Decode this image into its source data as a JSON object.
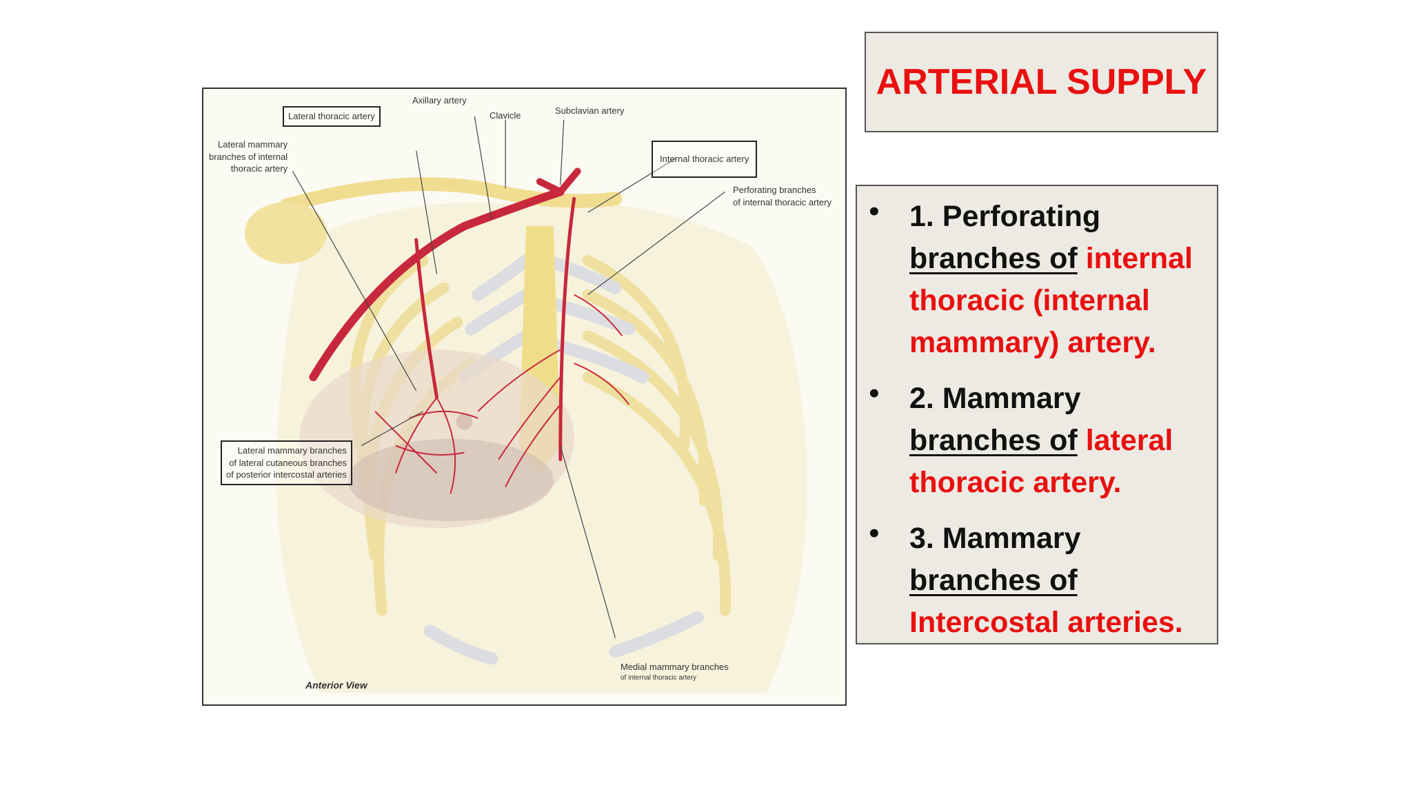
{
  "figure": {
    "labels": {
      "axillary": "Axillary artery",
      "clavicle": "Clavicle",
      "subclavian": "Subclavian artery",
      "lateral_thoracic": "Lateral thoracic artery",
      "internal_thoracic": "Internal thoracic artery",
      "lateral_mammary_internal": [
        "Lateral mammary",
        "branches of internal",
        "thoracic artery"
      ],
      "perforating": [
        "Perforating branches",
        "of internal thoracic artery"
      ],
      "lateral_mammary_posterior": [
        "Lateral mammary branches",
        "of lateral cutaneous branches",
        "of posterior intercostal arteries"
      ],
      "medial_mammary": [
        "Medial mammary branches",
        "of internal thoracic artery"
      ],
      "view": "Anterior View"
    }
  },
  "title": "ARTERIAL SUPPLY",
  "items": [
    {
      "bullet": "•",
      "lead": "1. Perforating",
      "underlined": "branches of",
      "red": "internal thoracic (internal mammary) artery."
    },
    {
      "bullet": "•",
      "lead": "2. Mammary",
      "underlined": "branches of",
      "red": "lateral thoracic artery."
    },
    {
      "bullet": "•",
      "lead": "3.  Mammary",
      "underlined": "branches of",
      "red": "Intercostal arteries."
    }
  ],
  "colors": {
    "title_red": "#e81010",
    "box_bg": "#eceae3",
    "artery": "#c8283c",
    "bone": "#f1e4a0"
  }
}
